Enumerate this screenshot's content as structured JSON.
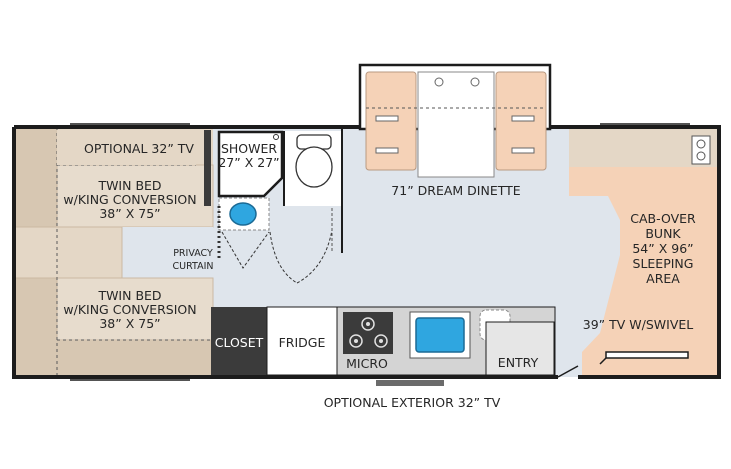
{
  "labels": {
    "optional_tv": "OPTIONAL 32” TV",
    "shower_1": "SHOWER",
    "shower_2": "27” X 27”",
    "dinette": "71” DREAM DINETTE",
    "twin_bed_top_1": "TWIN BED",
    "twin_bed_top_2": "w/KING CONVERSION",
    "twin_bed_top_3": "38” X 75”",
    "privacy_1": "PRIVACY",
    "privacy_2": "CURTAIN",
    "twin_bed_bottom_1": "TWIN BED",
    "twin_bed_bottom_2": "w/KING CONVERSION",
    "twin_bed_bottom_3": "38” X 75”",
    "cabover_1": "CAB-OVER",
    "cabover_2": "BUNK",
    "cabover_3": "54” X 96”",
    "cabover_4": "SLEEPING",
    "cabover_5": "AREA",
    "swivel_tv": "39” TV W/SWIVEL",
    "closet": "CLOSET",
    "fridge": "FRIDGE",
    "micro": "MICRO",
    "entry": "ENTRY",
    "exterior_tv": "OPTIONAL EXTERIOR 32” TV"
  },
  "colors": {
    "floor": "#dfe5ec",
    "bed_tan": "#e4d7c6",
    "cushion_tan": "#d7c7b2",
    "peach": "#f5d2b7",
    "wall": "#1c1c1c",
    "dark_cabinet": "#3b3b3b",
    "counter_gray": "#d4d4d4",
    "sink_blue": "#2fa6e0"
  }
}
